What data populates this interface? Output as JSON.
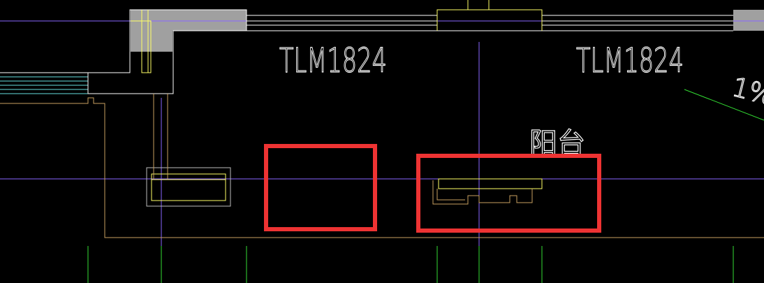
{
  "drawing": {
    "labels": {
      "door_left": "TLM1824",
      "door_right": "TLM1824",
      "balcony": "阳台",
      "slope": "1%"
    },
    "colors": {
      "background": "#000000",
      "gray_fill": "#a0a0a0",
      "white": "#ffffff",
      "yellow": "#ffff66",
      "tan": "#c8a060",
      "cyan": "#66e0e0",
      "purple": "#8866ff",
      "green": "#33dd33",
      "highlight_red": "#ee3333"
    }
  }
}
